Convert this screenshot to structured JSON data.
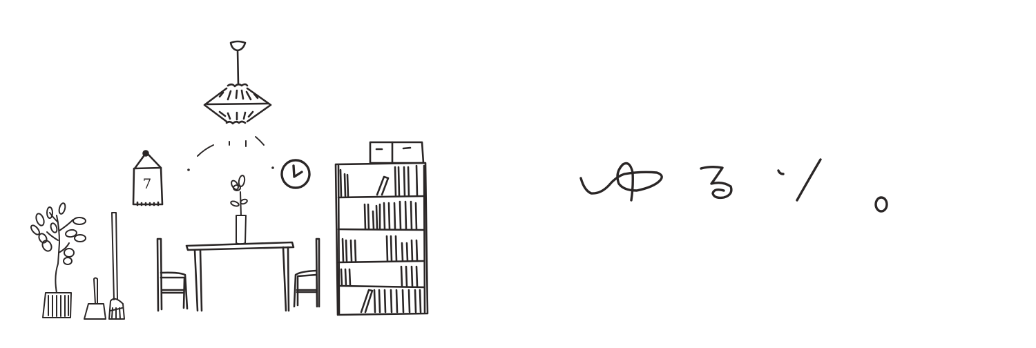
{
  "banner": {
    "title": "ゆるり。",
    "ink_color": "#2a2626",
    "background_color": "#ffffff"
  },
  "illustration": {
    "calendar": {
      "day": "7"
    },
    "items": [
      "pendant-lamp",
      "wall-calendar",
      "wall-clock",
      "potted-plant",
      "dustpan",
      "broom",
      "chair-left",
      "dining-table",
      "flower-vase",
      "chair-right",
      "bookshelf",
      "storage-boxes"
    ]
  }
}
